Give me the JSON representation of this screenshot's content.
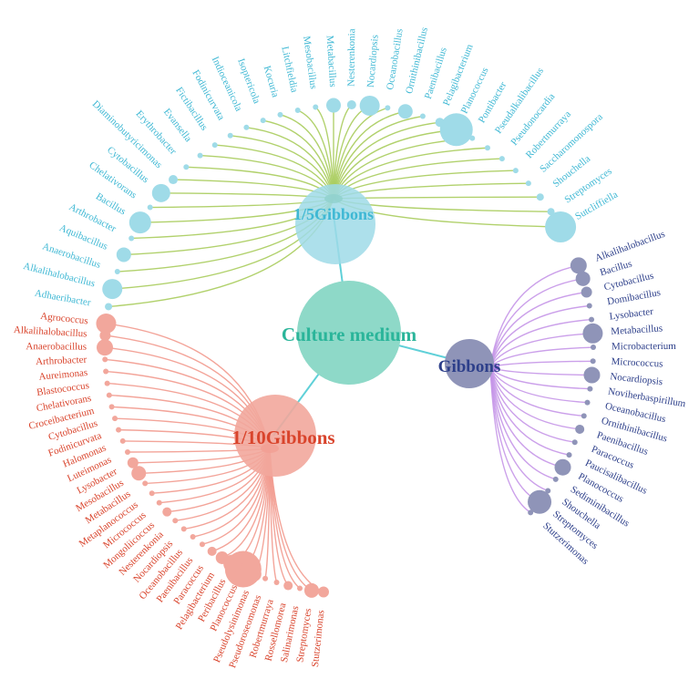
{
  "root": {
    "label": "Culture medium",
    "color": "#2bb59a"
  },
  "groups": [
    {
      "id": "fifth",
      "label": "1/5Gibbons",
      "color": "#3fb8d4",
      "node_color": "#9fdbe8",
      "edge_color": "#a9cc5c",
      "hub_color": "#3a9a3a",
      "leaves": [
        {
          "name": "Adhaeribacter",
          "r": 4
        },
        {
          "name": "Alkalihalobacillus",
          "r": 11
        },
        {
          "name": "Anaerobacillus",
          "r": 3
        },
        {
          "name": "Aquibacillus",
          "r": 8
        },
        {
          "name": "Arthrobacter",
          "r": 3
        },
        {
          "name": "Bacillus",
          "r": 12
        },
        {
          "name": "Chelativorans",
          "r": 3
        },
        {
          "name": "Cytobacillus",
          "r": 10
        },
        {
          "name": "Diaminobutyricimonas",
          "r": 5
        },
        {
          "name": "Erythrobacter",
          "r": 3
        },
        {
          "name": "Evansella",
          "r": 3
        },
        {
          "name": "Fictibacillus",
          "r": 3
        },
        {
          "name": "Fodinicurvata",
          "r": 3
        },
        {
          "name": "Indioceanicola",
          "r": 3
        },
        {
          "name": "Isoptericola",
          "r": 3
        },
        {
          "name": "Kocuria",
          "r": 3
        },
        {
          "name": "Litchfieldia",
          "r": 3
        },
        {
          "name": "Mesobacillus",
          "r": 3
        },
        {
          "name": "Metabacillus",
          "r": 8
        },
        {
          "name": "Nesterenkonia",
          "r": 5
        },
        {
          "name": "Nocardiopsis",
          "r": 11
        },
        {
          "name": "Oceanobacillus",
          "r": 3
        },
        {
          "name": "Ornithinibacillus",
          "r": 8
        },
        {
          "name": "Paenibacillus",
          "r": 3
        },
        {
          "name": "Pelagibacterium",
          "r": 5
        },
        {
          "name": "Planococcus",
          "r": 18
        },
        {
          "name": "Pontibacter",
          "r": 3
        },
        {
          "name": "Pseudalkalibacillus",
          "r": 3
        },
        {
          "name": "Pseudonocardia",
          "r": 3
        },
        {
          "name": "Robertmurraya",
          "r": 3
        },
        {
          "name": "Saccharomonospora",
          "r": 3
        },
        {
          "name": "Shouchella",
          "r": 4
        },
        {
          "name": "Streptomyces",
          "r": 4
        },
        {
          "name": "Sutcliffiella",
          "r": 17
        }
      ]
    },
    {
      "id": "full",
      "label": "Gibbons",
      "color": "#2d3f8a",
      "node_color": "#8f94b8",
      "edge_color": "#c596e8",
      "hub_color": "#a070e0",
      "leaves": [
        {
          "name": "Alkalihalobacillus",
          "r": 9
        },
        {
          "name": "Bacillus",
          "r": 8
        },
        {
          "name": "Cytobacillus",
          "r": 6
        },
        {
          "name": "Domibacillus",
          "r": 3
        },
        {
          "name": "Lysobacter",
          "r": 3
        },
        {
          "name": "Metabacillus",
          "r": 11
        },
        {
          "name": "Microbacterium",
          "r": 3
        },
        {
          "name": "Micrococcus",
          "r": 3
        },
        {
          "name": "Nocardiopsis",
          "r": 9
        },
        {
          "name": "Noviherbaspirillum",
          "r": 3
        },
        {
          "name": "Oceanobacillus",
          "r": 3
        },
        {
          "name": "Ornithinibacillus",
          "r": 3
        },
        {
          "name": "Paenibacillus",
          "r": 5
        },
        {
          "name": "Paracoccus",
          "r": 3
        },
        {
          "name": "Paucisalibacillus",
          "r": 3
        },
        {
          "name": "Planococcus",
          "r": 9
        },
        {
          "name": "Sediminibacillus",
          "r": 3
        },
        {
          "name": "Shouchella",
          "r": 3
        },
        {
          "name": "Streptomyces",
          "r": 13
        },
        {
          "name": "Stutzerimonas",
          "r": 3
        }
      ]
    },
    {
      "id": "tenth",
      "label": "1/10Gibbons",
      "color": "#d9442c",
      "node_color": "#f2a79c",
      "edge_color": "#f29a8e",
      "hub_color": "#f05040",
      "leaves": [
        {
          "name": "Agrococcus",
          "r": 11
        },
        {
          "name": "Alkalihalobacillus",
          "r": 6
        },
        {
          "name": "Anaerobacillus",
          "r": 9
        },
        {
          "name": "Arthrobacter",
          "r": 3
        },
        {
          "name": "Aureimonas",
          "r": 3
        },
        {
          "name": "Blastococcus",
          "r": 3
        },
        {
          "name": "Chelativorans",
          "r": 3
        },
        {
          "name": "Croceibacterium",
          "r": 3
        },
        {
          "name": "Cytobacillus",
          "r": 3
        },
        {
          "name": "Fodinicurvata",
          "r": 3
        },
        {
          "name": "Halomonas",
          "r": 3
        },
        {
          "name": "Luteimonas",
          "r": 3
        },
        {
          "name": "Lysobacter",
          "r": 6
        },
        {
          "name": "Mesobacillus",
          "r": 8
        },
        {
          "name": "Metabacillus",
          "r": 3
        },
        {
          "name": "Metaplanococcus",
          "r": 3
        },
        {
          "name": "Micrococcus",
          "r": 3
        },
        {
          "name": "Mongoliicoccus",
          "r": 5
        },
        {
          "name": "Nesterenkonia",
          "r": 3
        },
        {
          "name": "Nocardiopsis",
          "r": 3
        },
        {
          "name": "Oceanobacillus",
          "r": 3
        },
        {
          "name": "Paenibacillus",
          "r": 3
        },
        {
          "name": "Paracoccus",
          "r": 5
        },
        {
          "name": "Pelagibacterium",
          "r": 7
        },
        {
          "name": "Peribacillus",
          "r": 10
        },
        {
          "name": "Planococcus",
          "r": 20
        },
        {
          "name": "Pseudolysinimonas",
          "r": 8
        },
        {
          "name": "Pseudoroseomonas",
          "r": 3
        },
        {
          "name": "Robertmurraya",
          "r": 3
        },
        {
          "name": "Rossellomorea",
          "r": 5
        },
        {
          "name": "Salinarimonas",
          "r": 3
        },
        {
          "name": "Streptomyces",
          "r": 8
        },
        {
          "name": "Stutzerimonas",
          "r": 6
        }
      ]
    }
  ]
}
